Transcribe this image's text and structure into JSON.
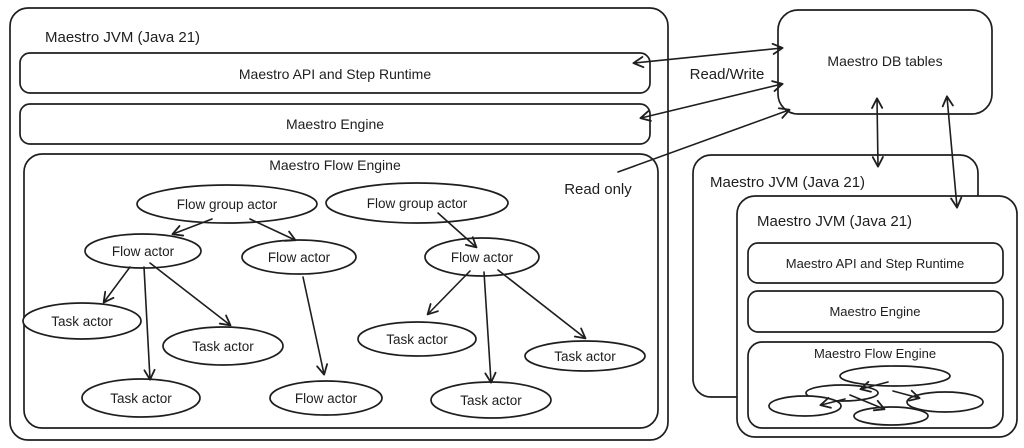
{
  "left_jvm": {
    "title": "Maestro JVM (Java 21)",
    "api_label": "Maestro API and Step Runtime",
    "engine_label": "Maestro Engine",
    "flow_engine": {
      "title": "Maestro Flow Engine",
      "nodes": [
        {
          "label": "Flow group actor"
        },
        {
          "label": "Flow group actor"
        },
        {
          "label": "Flow actor"
        },
        {
          "label": "Flow actor"
        },
        {
          "label": "Flow actor"
        },
        {
          "label": "Task actor"
        },
        {
          "label": "Task actor"
        },
        {
          "label": "Task actor"
        },
        {
          "label": "Flow actor"
        },
        {
          "label": "Task actor"
        },
        {
          "label": "Task actor"
        },
        {
          "label": "Task actor"
        }
      ]
    }
  },
  "db": {
    "label": "Maestro DB tables"
  },
  "connections": {
    "read_write_label": "Read/Write",
    "read_only_label": "Read only"
  },
  "back_jvm": {
    "title": "Maestro JVM (Java 21)"
  },
  "front_jvm": {
    "title": "Maestro JVM (Java 21)",
    "api_label": "Maestro API and Step Runtime",
    "engine_label": "Maestro Engine",
    "flow_engine_title": "Maestro Flow Engine"
  },
  "colors": {
    "stroke": "#1e1e1e",
    "background": "#ffffff"
  }
}
